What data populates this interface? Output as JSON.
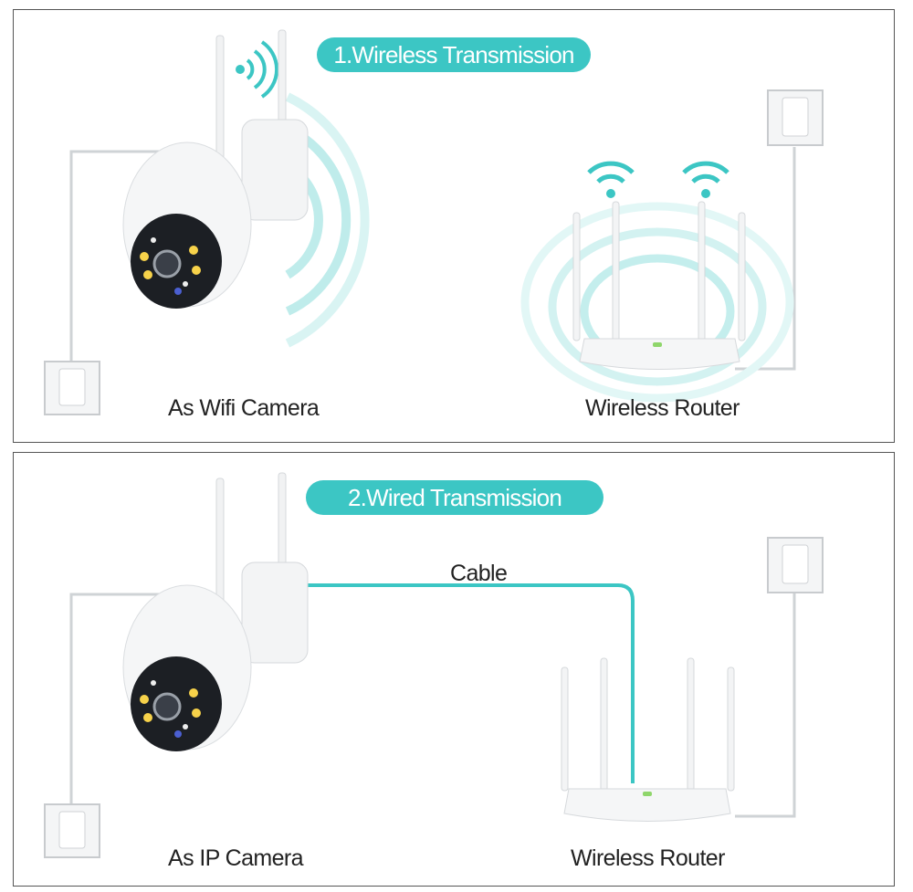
{
  "panels": [
    {
      "title": "1.Wireless Transmission",
      "camera_label": "As Wifi Camera",
      "router_label": "Wireless Router"
    },
    {
      "title": "2.Wired Transmission",
      "camera_label": "As IP Camera",
      "router_label": "Wireless Router",
      "cable_label": "Cable"
    }
  ],
  "colors": {
    "accent": "#3cc6c4",
    "border": "#555555",
    "device": "#f2f3f5"
  },
  "icons": [
    "wifi-signal-icon",
    "power-outlet-icon",
    "camera-icon",
    "router-icon"
  ]
}
